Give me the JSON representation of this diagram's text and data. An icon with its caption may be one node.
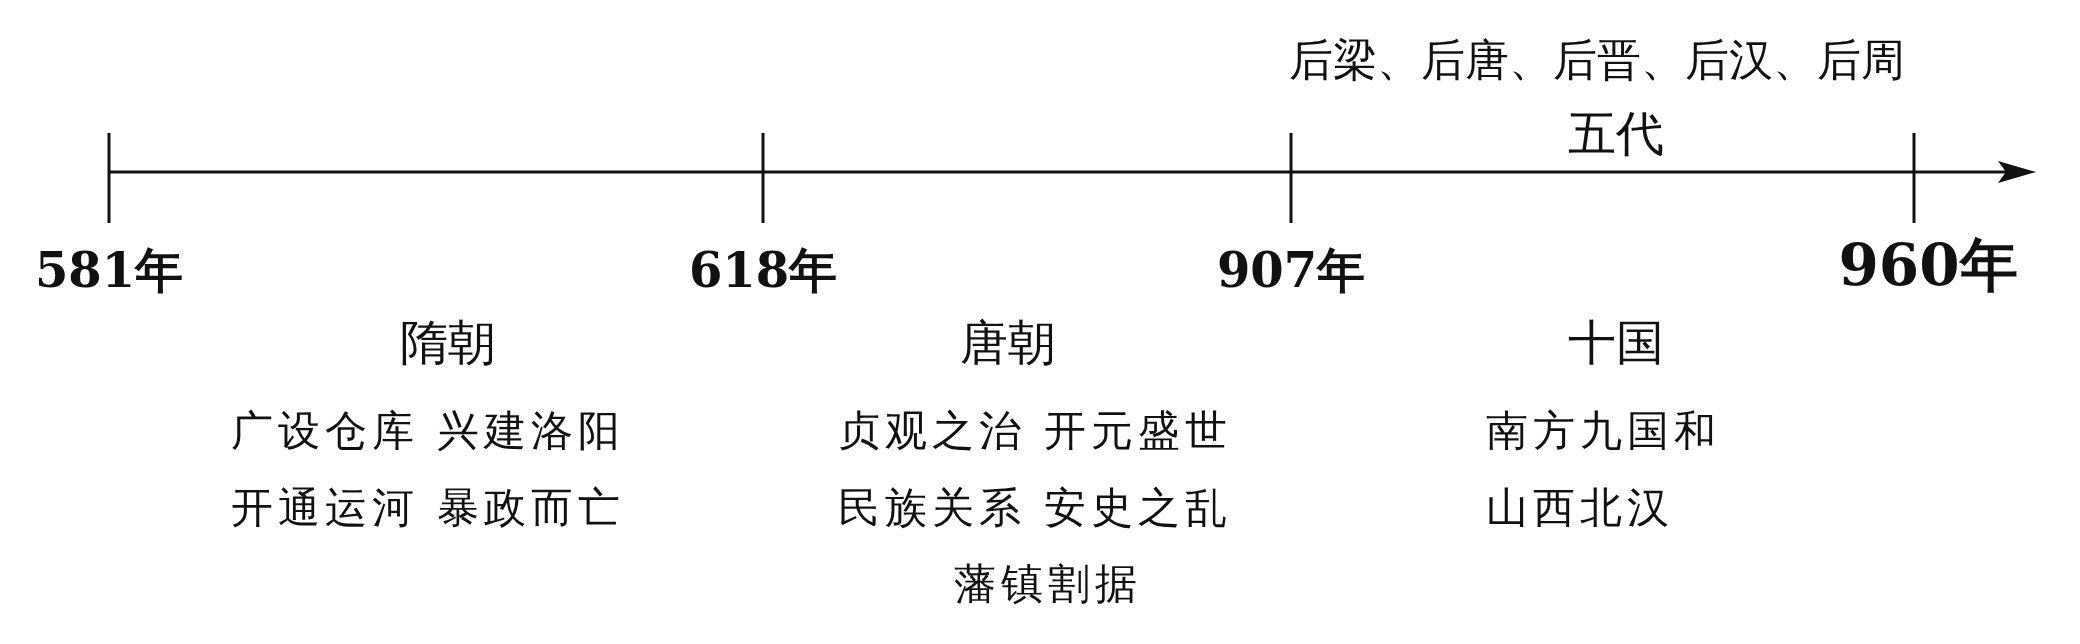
{
  "diagram": {
    "labels": [
      "后梁、后唐、后晋、后汉、后周",
      "五代",
      "581年",
      "618年",
      "907年",
      "960年",
      "隋朝",
      "广设仓库 兴建洛阳",
      "开通运河 暴政而亡",
      "唐朝",
      "贞观之治 开元盛世",
      "民族关系 安史之乱",
      "藩镇割据",
      "十国",
      "南方九国和",
      "山西北汉"
    ]
  }
}
